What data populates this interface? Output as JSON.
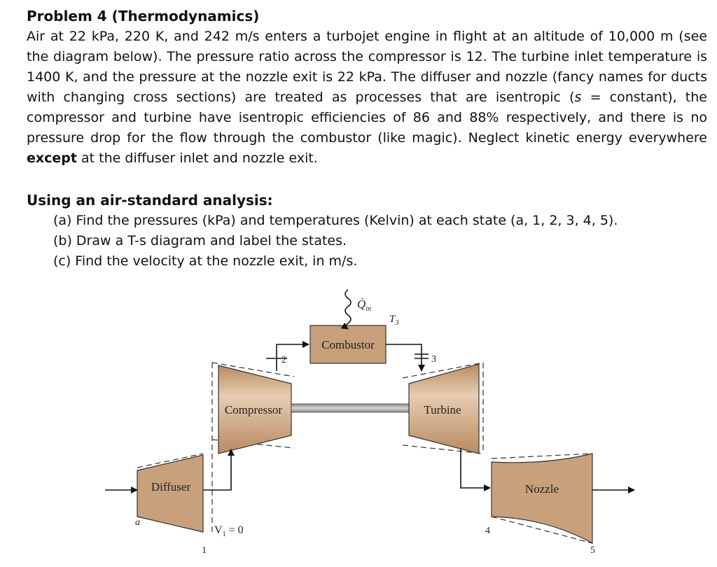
{
  "problem": {
    "title": "Problem 4 (Thermodynamics)",
    "p1": "Air at 22 kPa, 220 K, and 242 m/s enters a turbojet engine in flight at an altitude of 10,000 m (see the diagram below). The pressure ratio across the compressor is 12. The turbine inlet temperature is 1400 K, and the pressure at the nozzle exit is 22 kPa. The diffuser and nozzle (fancy names for ducts with changing cross sections) are treated as processes that are isentropic (",
    "p1_s": "s",
    "p2": " = constant), the compressor and turbine have isentropic efficiencies of 86 and 88% respectively, and there is no pressure drop for the flow through the combustor (like magic). Neglect kinetic energy everywhere ",
    "p2_bold": "except",
    "p3": " at the diffuser inlet and nozzle exit."
  },
  "analysis": {
    "heading": "Using an air-standard analysis:",
    "items": [
      "(a) Find the pressures (kPa) and temperatures (Kelvin) at each state (a, 1, 2, 3, 4, 5).",
      "(b) Draw a T-s diagram and label the states.",
      "(c) Find the velocity at the nozzle exit, in m/s."
    ]
  },
  "diagram": {
    "diffuser": "Diffuser",
    "compressor": "Compressor",
    "combustor": "Combustor",
    "turbine": "Turbine",
    "nozzle": "Nozzle",
    "q_in": "Q̇",
    "q_in_sub": "in",
    "t3": "T",
    "t3_sub": "3",
    "v1": "V",
    "v1_sub": "1",
    "v1_eq": " = 0",
    "states": [
      "a",
      "1",
      "2",
      "3",
      "4",
      "5"
    ],
    "colors": {
      "component": "#c8a07c",
      "shaft": "#a8a8a8"
    }
  }
}
